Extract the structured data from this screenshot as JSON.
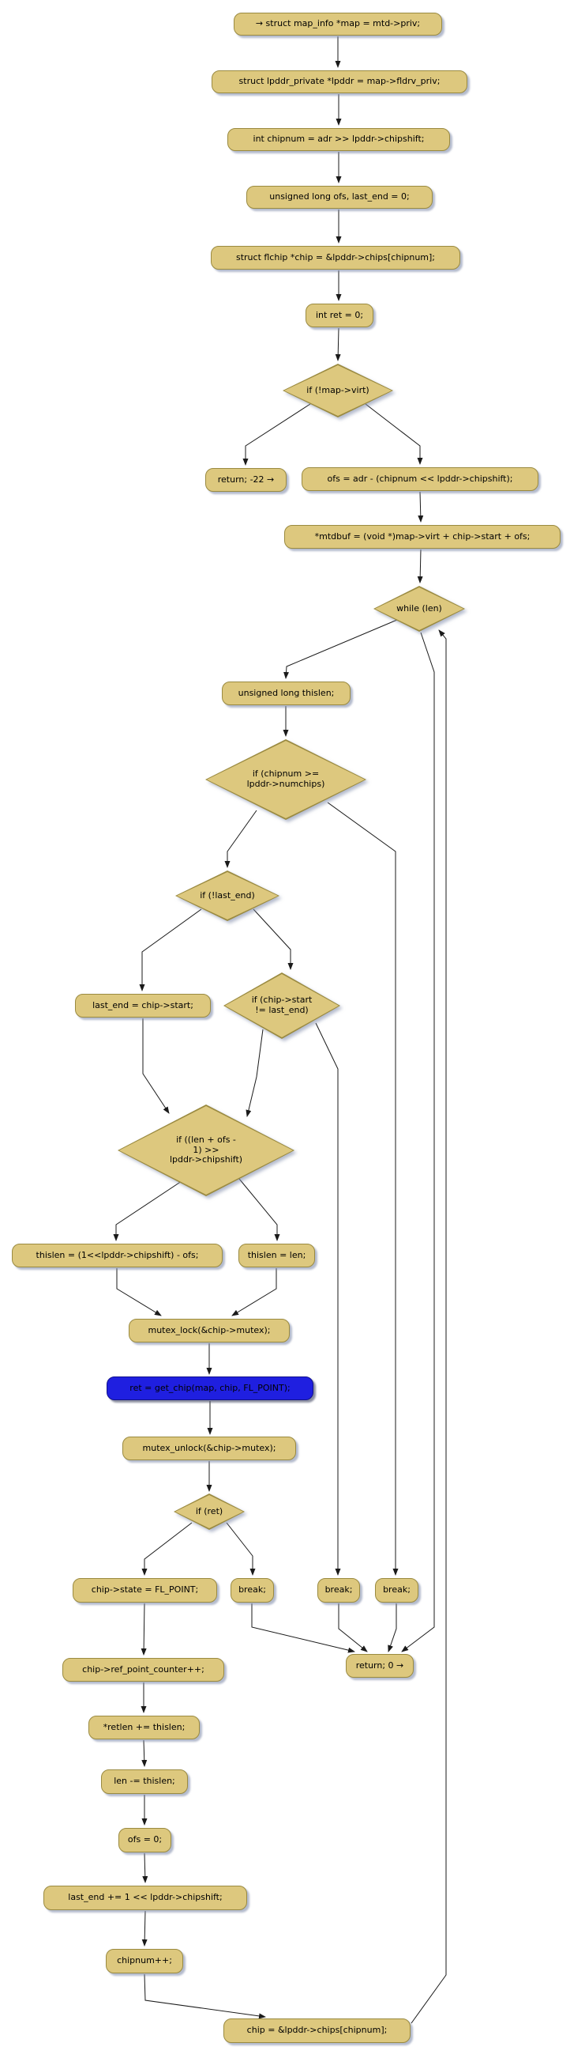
{
  "diagram": {
    "nodes": {
      "start": "→ struct map_info *map = mtd->priv;",
      "lpddr": "struct lpddr_private *lpddr = map->fldrv_priv;",
      "chipnum": "int chipnum = adr >> lpddr->chipshift;",
      "ofs_decl": "unsigned long ofs, last_end = 0;",
      "chip_decl": "struct flchip *chip = &lpddr->chips[chipnum];",
      "ret_decl": "int ret = 0;",
      "if_virt": "if (!map->virt)",
      "return_inval": "return; -22 →",
      "ofs_calc": "ofs = adr - (chipnum << lpddr->chipshift);",
      "mtdbuf": "*mtdbuf = (void *)map->virt + chip->start + ofs;",
      "while_len": "while (len)",
      "thislen_decl": "unsigned long thislen;",
      "if_numchips": "if (chipnum >=\nlpddr->numchips)",
      "if_last_end": "if (!last_end)",
      "last_end_set": "last_end = chip->start;",
      "if_chip_start": "if (chip->start\n!= last_end)",
      "if_len_ofs": "if ((len + ofs -\n1) >>\nlpddr->chipshift)",
      "thislen_calc": "thislen = (1<<lpddr->chipshift) - ofs;",
      "thislen_len": "thislen = len;",
      "mutex_lock": "mutex_lock(&chip->mutex);",
      "get_chip": "ret = get_chip(map, chip, FL_POINT);",
      "mutex_unlock": "mutex_unlock(&chip->mutex);",
      "if_ret": "if (ret)",
      "chip_state": "chip->state = FL_POINT;",
      "break1": "break;",
      "break2": "break;",
      "break3": "break;",
      "return_zero": "return; 0 →",
      "ref_counter": "chip->ref_point_counter++;",
      "retlen": "*retlen += thislen;",
      "len_sub": "len -= thislen;",
      "ofs_zero": "ofs = 0;",
      "last_end_inc": "last_end += 1 << lpddr->chipshift;",
      "chipnum_inc": "chipnum++;",
      "chip_next": "chip = &lpddr->chips[chipnum];"
    },
    "colors": {
      "node_fill": "#ddc87e",
      "node_border": "#9a8a40",
      "highlight_fill": "#1f1fe0",
      "highlight_border": "#10108c",
      "edge": "#1a1a1a",
      "shadow": "#8a92ac",
      "background": "#ffffff"
    }
  }
}
